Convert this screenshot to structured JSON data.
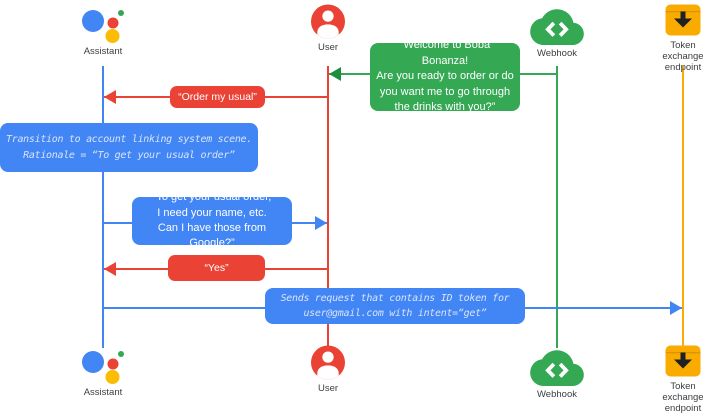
{
  "colors": {
    "blue": "#4285F4",
    "red": "#EA4335",
    "green": "#34A853",
    "green_dark": "#1E8E3E",
    "yellow": "#F9AB00",
    "label_text": "#3C4043",
    "note_text": "#D9E5FB"
  },
  "actors": {
    "assistant": {
      "label": "Assistant",
      "icon": "google-assistant-icon"
    },
    "user": {
      "label": "User",
      "icon": "user-icon"
    },
    "webhook": {
      "label": "Webhook",
      "icon": "webhook-cloud-icon"
    },
    "token_endpoint": {
      "label": "Token exchange endpoint",
      "icon": "token-download-icon"
    }
  },
  "messages": {
    "welcome": {
      "from": "Webhook",
      "to": "User",
      "color": "#34A853",
      "text": "“Welcome to Boba Bonanza!\nAre you ready to order or do\nyou want me to go through\nthe drinks with you?”"
    },
    "order_usual": {
      "from": "User",
      "to": "Assistant",
      "color": "#EA4335",
      "text": "“Order my usual”"
    },
    "transition_note": {
      "color": "#4285F4",
      "text": "Transition to account linking system scene.\nRationale = “To get your usual order”"
    },
    "ask_google": {
      "from": "Assistant",
      "to": "User",
      "color": "#4285F4",
      "text": "“To get your usual order,\nI need your name, etc.\nCan I have those from Google?”"
    },
    "yes": {
      "from": "User",
      "to": "Assistant",
      "color": "#EA4335",
      "text": "“Yes”"
    },
    "send_request": {
      "from": "Assistant",
      "to": "Token exchange endpoint",
      "color": "#4285F4",
      "text": "Sends request that contains ID token for\nuser@gmail.com with intent=“get”"
    }
  }
}
